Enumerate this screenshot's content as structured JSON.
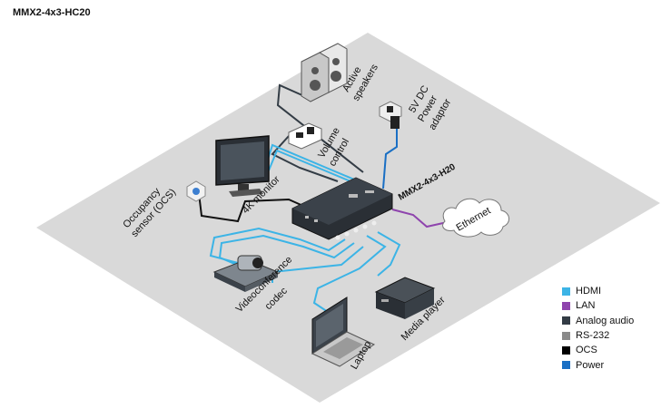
{
  "title": "MMX2-4x3-HC20",
  "devices": {
    "matrix": "MMX2-4x3-H20",
    "speakers_line1": "Active",
    "speakers_line2": "speakers",
    "power_line1": "5V DC",
    "power_line2": "Power",
    "power_line3": "adaptor",
    "volume_line1": "Volume",
    "volume_line2": "control",
    "monitor": "4K monitor",
    "sensor_line1": "Occupancy",
    "sensor_line2": "sensor (OCS)",
    "ethernet": "Ethernet",
    "codec_line1": "Videoconference",
    "codec_line2": "codec",
    "media_player": "Media player",
    "laptop": "Laptop"
  },
  "legend": [
    {
      "label": "HDMI",
      "color": "#3cb4e6"
    },
    {
      "label": "LAN",
      "color": "#8e44ad"
    },
    {
      "label": "Analog audio",
      "color": "#333c45"
    },
    {
      "label": "RS-232",
      "color": "#8a8a8a"
    },
    {
      "label": "OCS",
      "color": "#000000"
    },
    {
      "label": "Power",
      "color": "#1a6fc4"
    }
  ]
}
